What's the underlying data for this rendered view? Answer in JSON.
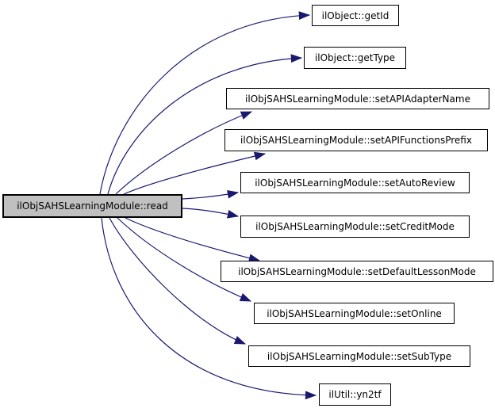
{
  "diagram": {
    "type": "call-graph",
    "colors": {
      "edge": "#191970",
      "node_border": "#000000",
      "node_fill": "#ffffff",
      "focus_fill": "#c0c0c0",
      "background": "#ffffff",
      "text": "#000000"
    },
    "focus_node": {
      "id": "read",
      "label": "ilObjSAHSLearningModule::read"
    },
    "callees": [
      {
        "id": "getId",
        "label": "ilObject::getId"
      },
      {
        "id": "getType",
        "label": "ilObject::getType"
      },
      {
        "id": "setAPIAdapterName",
        "label": "ilObjSAHSLearningModule::setAPIAdapterName"
      },
      {
        "id": "setAPIFunctionsPrefix",
        "label": "ilObjSAHSLearningModule::setAPIFunctionsPrefix"
      },
      {
        "id": "setAutoReview",
        "label": "ilObjSAHSLearningModule::setAutoReview"
      },
      {
        "id": "setCreditMode",
        "label": "ilObjSAHSLearningModule::setCreditMode"
      },
      {
        "id": "setDefaultLessonMode",
        "label": "ilObjSAHSLearningModule::setDefaultLessonMode"
      },
      {
        "id": "setOnline",
        "label": "ilObjSAHSLearningModule::setOnline"
      },
      {
        "id": "setSubType",
        "label": "ilObjSAHSLearningModule::setSubType"
      },
      {
        "id": "yn2tf",
        "label": "ilUtil::yn2tf"
      }
    ],
    "edges": [
      {
        "from": "ilObjSAHSLearningModule::read",
        "to": "ilObject::getId"
      },
      {
        "from": "ilObjSAHSLearningModule::read",
        "to": "ilObject::getType"
      },
      {
        "from": "ilObjSAHSLearningModule::read",
        "to": "ilObjSAHSLearningModule::setAPIAdapterName"
      },
      {
        "from": "ilObjSAHSLearningModule::read",
        "to": "ilObjSAHSLearningModule::setAPIFunctionsPrefix"
      },
      {
        "from": "ilObjSAHSLearningModule::read",
        "to": "ilObjSAHSLearningModule::setAutoReview"
      },
      {
        "from": "ilObjSAHSLearningModule::read",
        "to": "ilObjSAHSLearningModule::setCreditMode"
      },
      {
        "from": "ilObjSAHSLearningModule::read",
        "to": "ilObjSAHSLearningModule::setDefaultLessonMode"
      },
      {
        "from": "ilObjSAHSLearningModule::read",
        "to": "ilObjSAHSLearningModule::setOnline"
      },
      {
        "from": "ilObjSAHSLearningModule::read",
        "to": "ilObjSAHSLearningModule::setSubType"
      },
      {
        "from": "ilObjSAHSLearningModule::read",
        "to": "ilUtil::yn2tf"
      }
    ]
  }
}
